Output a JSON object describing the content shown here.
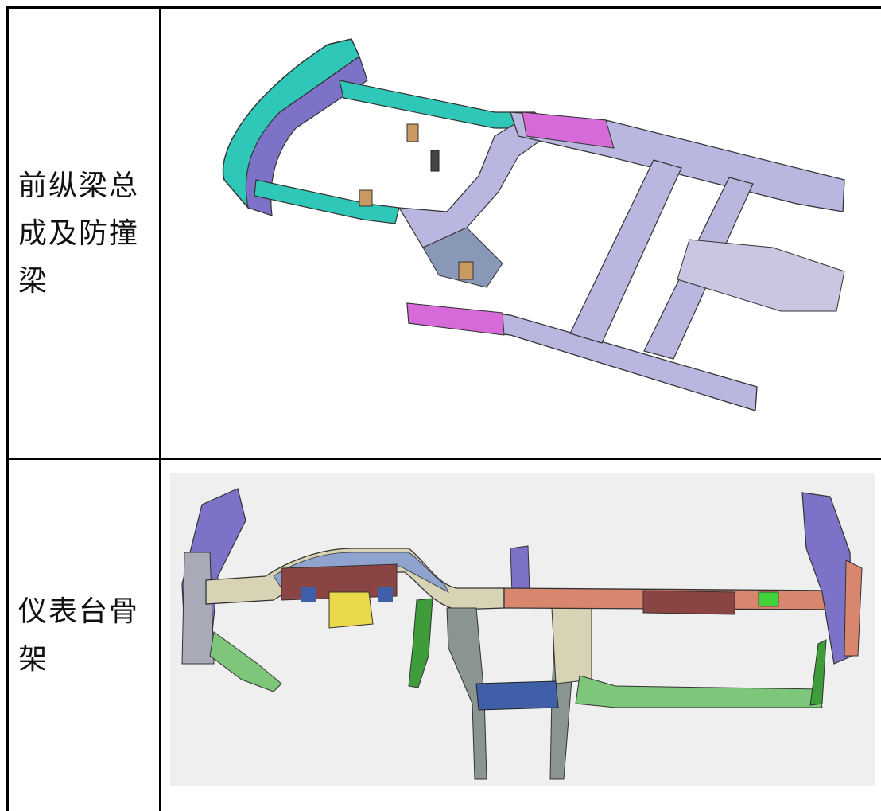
{
  "rows": [
    {
      "label": "前纵梁总成及防撞梁",
      "image_subject": "front-rail-assembly-and-bumper-beam"
    },
    {
      "label": "仪表台骨架",
      "image_subject": "instrument-panel-cross-car-beam"
    }
  ],
  "colors": {
    "border": "#000000",
    "frame_lavender": "#b9b6df",
    "frame_purple": "#7c73c8",
    "frame_cyan": "#2fc7b8",
    "frame_magenta": "#d56ad8",
    "frame_orange": "#c89a62",
    "beam_salmon": "#d9866f",
    "beam_beige": "#d8d3b4",
    "bracket_green": "#7ec77a",
    "bracket_dark_green": "#3f9c3a",
    "bracket_blue": "#3f5fa8",
    "bracket_maroon": "#8b4444",
    "bracket_yellow": "#e8d84a",
    "panel_bg": "#efefef"
  }
}
